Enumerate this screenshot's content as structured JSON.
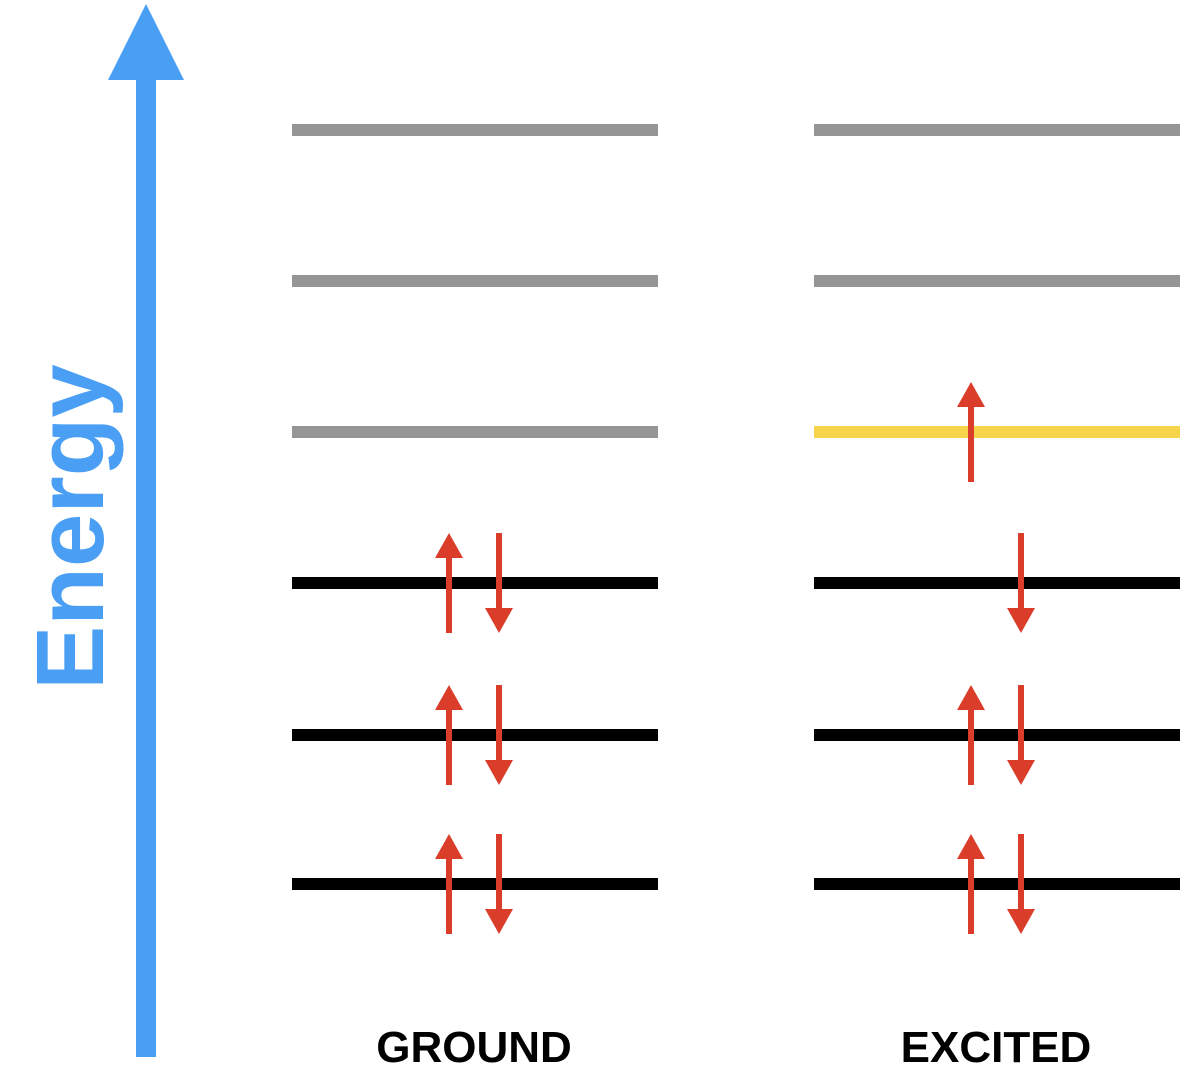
{
  "axis": {
    "label": "Energy",
    "color": "#4a9ff5"
  },
  "colors": {
    "unoccupied": "#959595",
    "occupied": "#000000",
    "highlight": "#f7d54b",
    "electron": "#da3e2b"
  },
  "configurations": [
    {
      "label": "GROUND",
      "levels": [
        {
          "state": "unoccupied",
          "electrons": []
        },
        {
          "state": "unoccupied",
          "electrons": []
        },
        {
          "state": "unoccupied",
          "electrons": []
        },
        {
          "state": "occupied",
          "electrons": [
            "up",
            "down"
          ]
        },
        {
          "state": "occupied",
          "electrons": [
            "up",
            "down"
          ]
        },
        {
          "state": "occupied",
          "electrons": [
            "up",
            "down"
          ]
        }
      ]
    },
    {
      "label": "EXCITED",
      "levels": [
        {
          "state": "unoccupied",
          "electrons": []
        },
        {
          "state": "unoccupied",
          "electrons": []
        },
        {
          "state": "highlight",
          "electrons": [
            "up"
          ]
        },
        {
          "state": "occupied",
          "electrons": [
            "down"
          ]
        },
        {
          "state": "occupied",
          "electrons": [
            "up",
            "down"
          ]
        },
        {
          "state": "occupied",
          "electrons": [
            "up",
            "down"
          ]
        }
      ]
    }
  ]
}
